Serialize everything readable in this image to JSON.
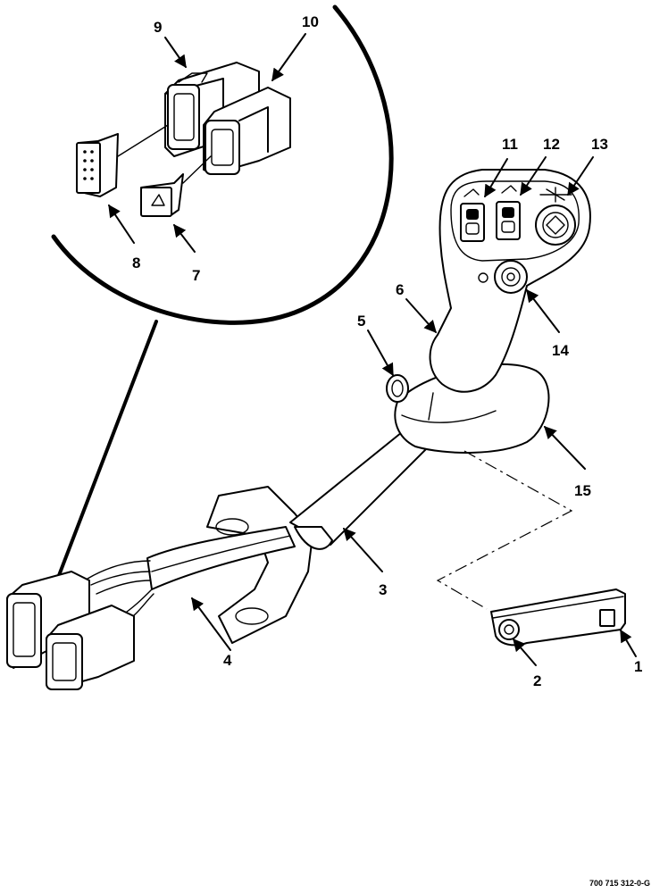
{
  "callouts": {
    "c1": "1",
    "c2": "2",
    "c3": "3",
    "c4": "4",
    "c5": "5",
    "c6": "6",
    "c7": "7",
    "c8": "8",
    "c9": "9",
    "c10": "10",
    "c11": "11",
    "c12": "12",
    "c13": "13",
    "c14": "14",
    "c15": "15"
  },
  "part_number": "700 715 312-0-G",
  "icons": [
    "switch-11-icon",
    "switch-12-icon",
    "thumb-pad-13-icon",
    "button-14-icon",
    "arrow-icon"
  ]
}
